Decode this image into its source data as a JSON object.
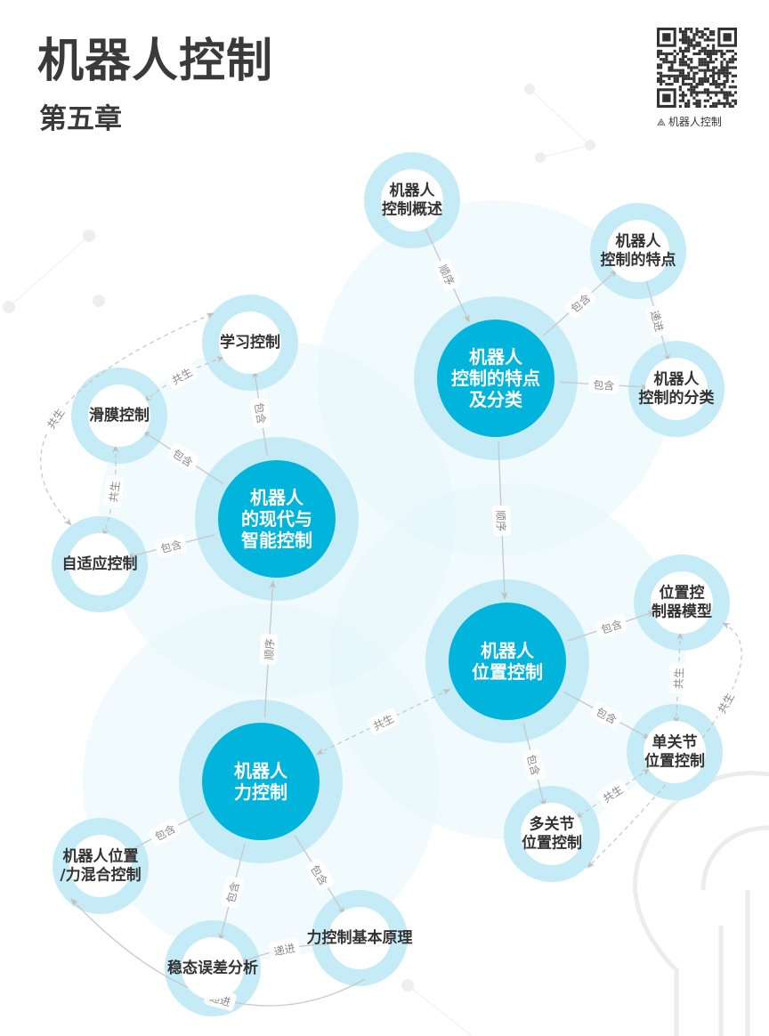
{
  "header": {
    "title": "机器人控制",
    "chapter": "第五章"
  },
  "qr": {
    "caption": "机器人控制",
    "icon": "robot-logo-icon"
  },
  "colors": {
    "core": "#00b4dc",
    "ring": "#c4ebf6",
    "halo": "#e6f6fb",
    "text": "#333333",
    "edge": "#c8c8c8",
    "edge_label": "#888888"
  },
  "nodes": [
    {
      "id": "A",
      "type": "main",
      "lines": [
        "机器人",
        "控制的特点",
        "及分类"
      ]
    },
    {
      "id": "B",
      "type": "main",
      "lines": [
        "机器人",
        "的现代与",
        "智能控制"
      ]
    },
    {
      "id": "C",
      "type": "main",
      "lines": [
        "机器人",
        "位置控制"
      ]
    },
    {
      "id": "D",
      "type": "main",
      "lines": [
        "机器人",
        "力控制"
      ]
    },
    {
      "id": "overview",
      "type": "sub",
      "lines": [
        "机器人",
        "控制概述"
      ]
    },
    {
      "id": "features",
      "type": "sub",
      "lines": [
        "机器人",
        "控制的特点"
      ]
    },
    {
      "id": "classes",
      "type": "sub",
      "lines": [
        "机器人",
        "控制的分类"
      ]
    },
    {
      "id": "learning",
      "type": "sub",
      "lines": [
        "学习控制"
      ]
    },
    {
      "id": "sliding",
      "type": "sub",
      "lines": [
        "滑膜控制"
      ]
    },
    {
      "id": "adaptive",
      "type": "sub",
      "lines": [
        "自适应控制"
      ]
    },
    {
      "id": "posmodel",
      "type": "sub",
      "lines": [
        "位置控",
        "制器模型"
      ]
    },
    {
      "id": "single",
      "type": "sub",
      "lines": [
        "单关节",
        "位置控制"
      ]
    },
    {
      "id": "multi",
      "type": "sub",
      "lines": [
        "多关节",
        "位置控制"
      ]
    },
    {
      "id": "hybrid",
      "type": "sub",
      "lines": [
        "机器人位置",
        "/力混合控制"
      ]
    },
    {
      "id": "steady",
      "type": "sub",
      "lines": [
        "稳态误差分析"
      ]
    },
    {
      "id": "principle",
      "type": "sub",
      "lines": [
        "力控制基本原理"
      ]
    }
  ],
  "edges": [
    {
      "from": "overview",
      "to": "A",
      "label": "顺序",
      "style": "solid"
    },
    {
      "from": "A",
      "to": "features",
      "label": "包含",
      "style": "solid"
    },
    {
      "from": "features",
      "to": "classes",
      "label": "递进",
      "style": "solid"
    },
    {
      "from": "A",
      "to": "classes",
      "label": "包含",
      "style": "solid"
    },
    {
      "from": "A",
      "to": "C",
      "label": "顺序",
      "style": "solid"
    },
    {
      "from": "C",
      "to": "posmodel",
      "label": "包含",
      "style": "solid"
    },
    {
      "from": "C",
      "to": "single",
      "label": "包含",
      "style": "solid"
    },
    {
      "from": "C",
      "to": "multi",
      "label": "包含",
      "style": "solid"
    },
    {
      "from": "posmodel",
      "to": "single",
      "label": "共生",
      "style": "dashed"
    },
    {
      "from": "single",
      "to": "multi",
      "label": "共生",
      "style": "dashed"
    },
    {
      "from": "posmodel",
      "to": "multi",
      "label": "共生",
      "style": "dashed"
    },
    {
      "from": "C",
      "to": "D",
      "label": "共生",
      "style": "dashed"
    },
    {
      "from": "D",
      "to": "B",
      "label": "顺序",
      "style": "solid"
    },
    {
      "from": "B",
      "to": "learning",
      "label": "包含",
      "style": "solid"
    },
    {
      "from": "B",
      "to": "sliding",
      "label": "包含",
      "style": "solid"
    },
    {
      "from": "B",
      "to": "adaptive",
      "label": "包含",
      "style": "solid"
    },
    {
      "from": "learning",
      "to": "sliding",
      "label": "共生",
      "style": "dashed"
    },
    {
      "from": "sliding",
      "to": "adaptive",
      "label": "共生",
      "style": "dashed"
    },
    {
      "from": "adaptive",
      "to": "learning",
      "label": "共生",
      "style": "dashed"
    },
    {
      "from": "D",
      "to": "hybrid",
      "label": "包含",
      "style": "solid"
    },
    {
      "from": "D",
      "to": "steady",
      "label": "包含",
      "style": "solid"
    },
    {
      "from": "D",
      "to": "principle",
      "label": "包含",
      "style": "solid"
    },
    {
      "from": "principle",
      "to": "steady",
      "label": "递进",
      "style": "solid"
    },
    {
      "from": "principle",
      "to": "hybrid",
      "label": "递进",
      "style": "solid"
    }
  ]
}
